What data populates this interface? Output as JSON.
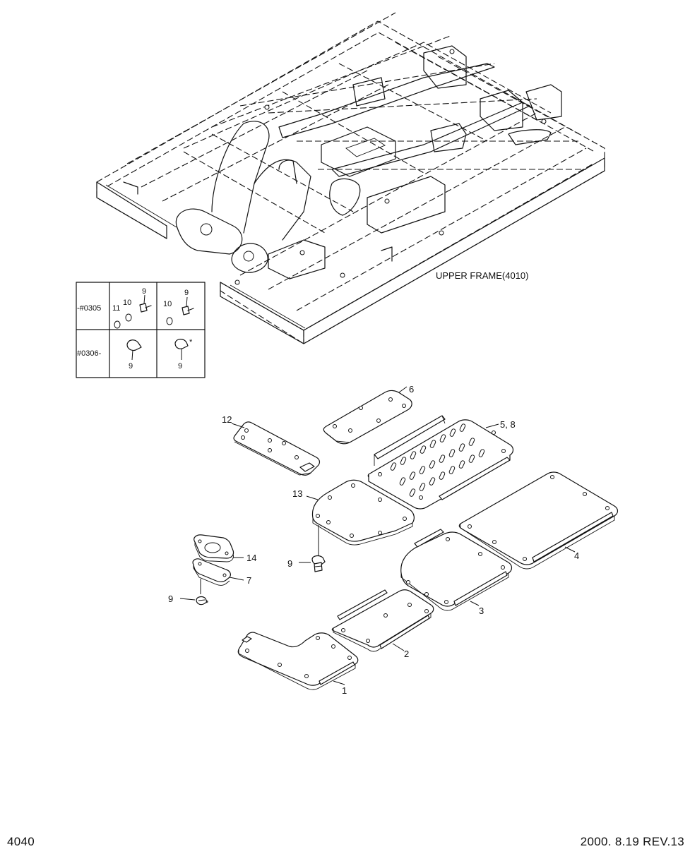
{
  "assembly": {
    "frame_label": "UPPER FRAME(4010)"
  },
  "serial_table": {
    "row1_label": "-#0305",
    "row2_label": "#0306-",
    "r1c1_items": [
      "11",
      "10",
      "9"
    ],
    "r1c2_items": [
      "10",
      "9"
    ],
    "r2c1_item": "9",
    "r2c2_item": "9",
    "r2c2_mark": "*"
  },
  "callouts": {
    "p1": "1",
    "p2": "2",
    "p3": "3",
    "p4": "4",
    "p5_8": "5, 8",
    "p6": "6",
    "p7": "7",
    "p9_bolt": "9",
    "p9_washer": "9",
    "p9_mark": "*",
    "p12": "12",
    "p13": "13",
    "p14": "14"
  },
  "footer": {
    "page_number": "4040",
    "revision": "2000. 8.19 REV.13"
  }
}
